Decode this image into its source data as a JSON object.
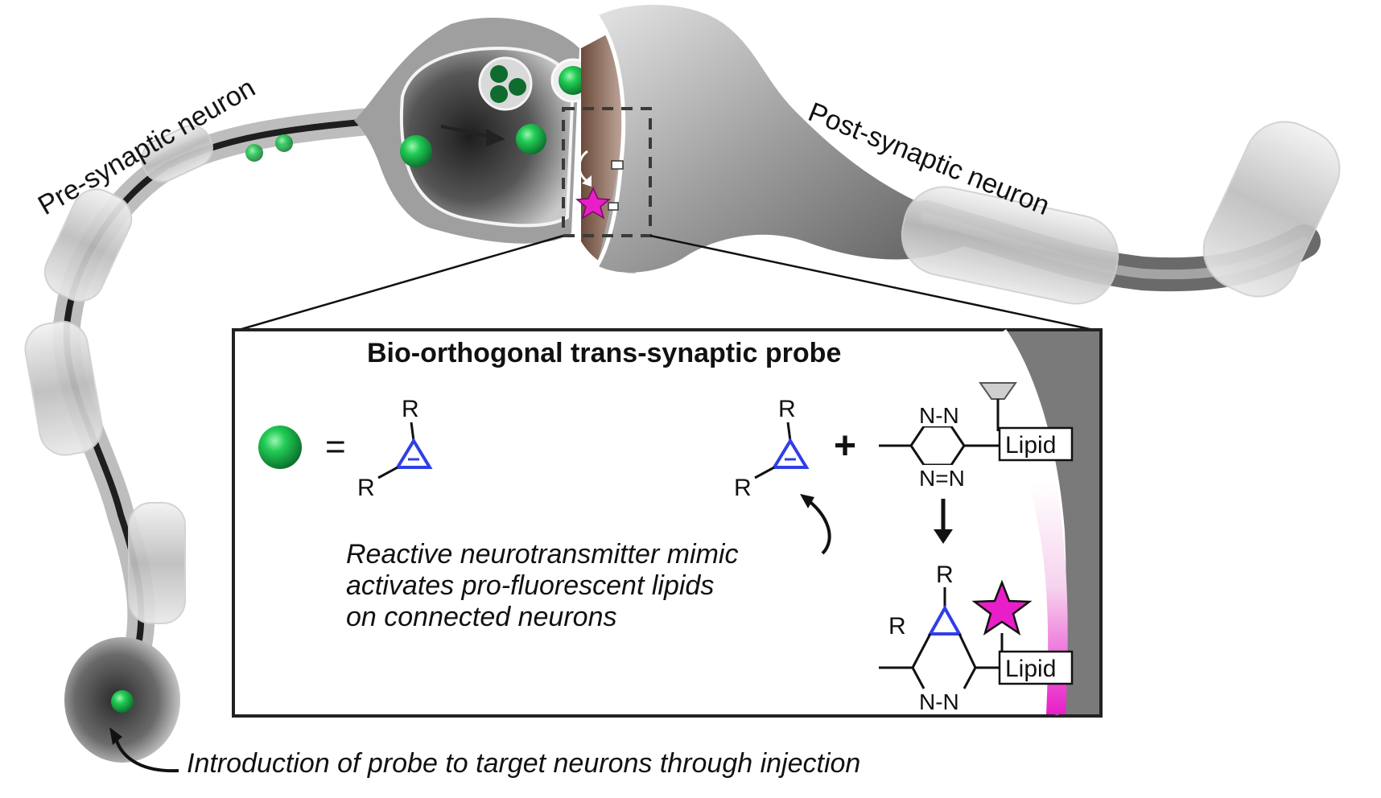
{
  "labels": {
    "pre_synaptic": "Pre-synaptic neuron",
    "post_synaptic": "Post-synaptic neuron",
    "injection_caption": "Introduction of probe to target neurons through injection"
  },
  "inset": {
    "title": "Bio-orthogonal trans-synaptic probe",
    "equals": "=",
    "plus": "+",
    "substituent": "R",
    "tetrazine_top": "N-N",
    "tetrazine_bottom": "N=N",
    "product_bottom": "N-N",
    "lipid": "Lipid",
    "caption_lines": [
      "Reactive neurotransmitter mimic",
      "activates pro-fluorescent lipids",
      "on connected neurons"
    ]
  },
  "colors": {
    "probe_green": "#19c24a",
    "ring_blue": "#2f3fe6",
    "fluor_magenta": "#e81ec8",
    "neuron_gray": "#9a9a9a",
    "neuron_dark": "#3c3c3c"
  },
  "icons": {
    "probe": "green-sphere-icon",
    "fluorophore": "magenta-star-icon",
    "receptor": "receptor-icon"
  }
}
